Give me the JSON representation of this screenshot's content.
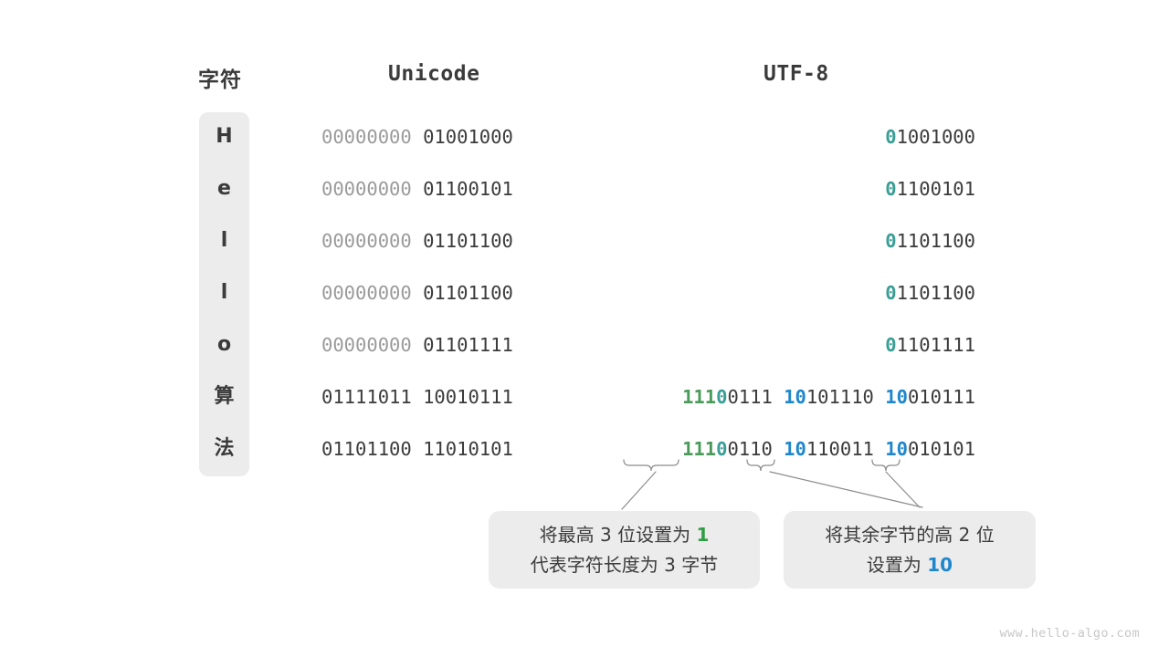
{
  "headers": {
    "character": "字符",
    "unicode": "Unicode",
    "utf8": "UTF-8"
  },
  "rows": [
    {
      "character": "H",
      "unicode_high": "00000000",
      "unicode_low": "01001000",
      "utf8_bytes": [
        {
          "marker": "0",
          "marker_color": "#3a9e96",
          "payload": "1001000"
        }
      ]
    },
    {
      "character": "e",
      "unicode_high": "00000000",
      "unicode_low": "01100101",
      "utf8_bytes": [
        {
          "marker": "0",
          "marker_color": "#3a9e96",
          "payload": "1100101"
        }
      ]
    },
    {
      "character": "l",
      "unicode_high": "00000000",
      "unicode_low": "01101100",
      "utf8_bytes": [
        {
          "marker": "0",
          "marker_color": "#3a9e96",
          "payload": "1101100"
        }
      ]
    },
    {
      "character": "l",
      "unicode_high": "00000000",
      "unicode_low": "01101100",
      "utf8_bytes": [
        {
          "marker": "0",
          "marker_color": "#3a9e96",
          "payload": "1101100"
        }
      ]
    },
    {
      "character": "o",
      "unicode_high": "00000000",
      "unicode_low": "01101111",
      "utf8_bytes": [
        {
          "marker": "0",
          "marker_color": "#3a9e96",
          "payload": "1101111"
        }
      ]
    },
    {
      "character": "算",
      "unicode_high": "01111011",
      "unicode_low": "10010111",
      "utf8_bytes": [
        {
          "marker": "111",
          "marker2": "0",
          "marker_color": "#4a9a5a",
          "payload": "0111"
        },
        {
          "marker": "10",
          "marker_color": "#1f87cc",
          "payload": "101110"
        },
        {
          "marker": "10",
          "marker_color": "#1f87cc",
          "payload": "010111"
        }
      ]
    },
    {
      "character": "法",
      "unicode_high": "01101100",
      "unicode_low": "11010101",
      "utf8_bytes": [
        {
          "marker": "111",
          "marker2": "0",
          "marker_color": "#4a9a5a",
          "payload": "0110"
        },
        {
          "marker": "10",
          "marker_color": "#1f87cc",
          "payload": "110011"
        },
        {
          "marker": "10",
          "marker_color": "#1f87cc",
          "payload": "010101"
        }
      ]
    }
  ],
  "callouts": [
    {
      "line1_before": "将最高 3 位设置为 ",
      "line1_value": "1",
      "line1_after": "",
      "line2": "代表字符长度为 3 字节"
    },
    {
      "line1": "将其余字节的高 2 位",
      "line2_before": "设置为 ",
      "line2_value": "10",
      "line2_after": ""
    }
  ],
  "watermark": "www.hello-algo.com",
  "colors": {
    "text": "#3b3b3b",
    "dim": "#9a9a9a",
    "box": "#ececec",
    "green": "#4a9a5a",
    "teal": "#3a9e96",
    "blue": "#1f87cc",
    "callout_green": "#2f9e44",
    "watermark": "#c7c7c7"
  }
}
